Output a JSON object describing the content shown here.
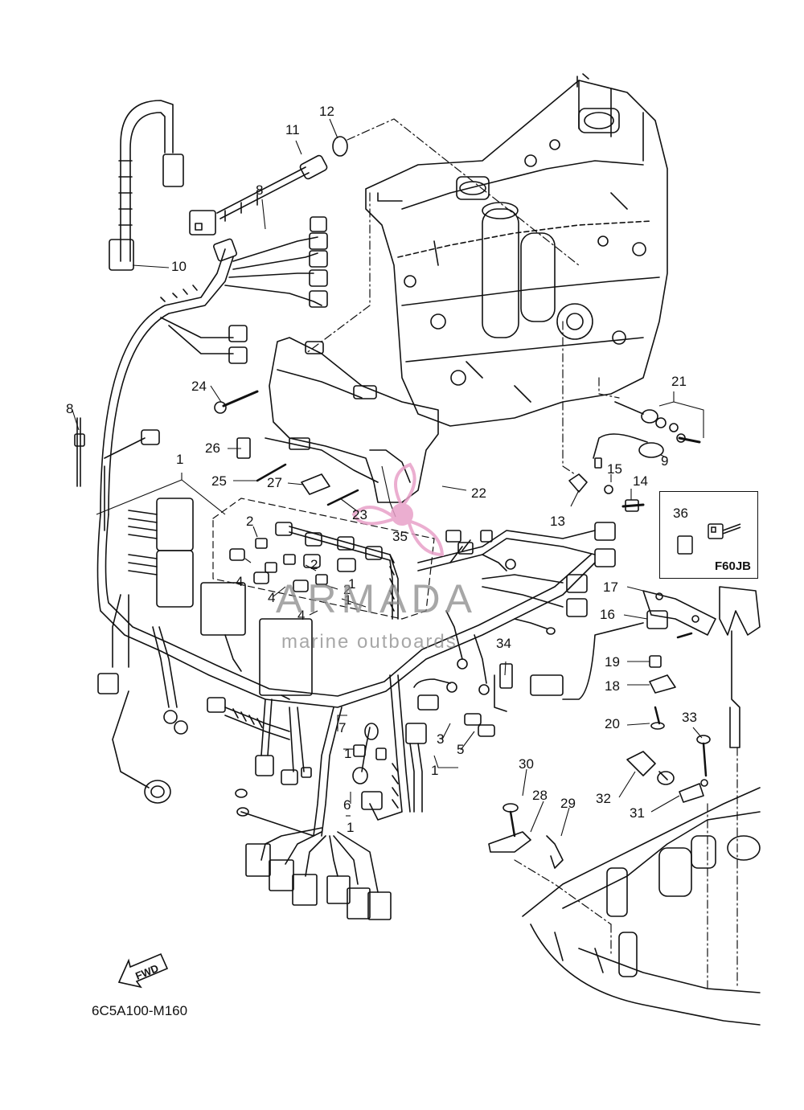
{
  "diagram_code": "6C5A100-M160",
  "direction_label": "FWD",
  "inset": {
    "part": "36",
    "code": "F60JB"
  },
  "watermark": {
    "brand": "ARMADA",
    "tagline": "marine outboards",
    "color": "#e8a0c8"
  },
  "parts": [
    {
      "id": "p1a",
      "text": "1"
    },
    {
      "id": "p1b",
      "text": "1"
    },
    {
      "id": "p1c",
      "text": "1"
    },
    {
      "id": "p1d",
      "text": "1"
    },
    {
      "id": "p1e",
      "text": "1"
    },
    {
      "id": "p1f",
      "text": "1"
    },
    {
      "id": "p2a",
      "text": "2"
    },
    {
      "id": "p2b",
      "text": "2"
    },
    {
      "id": "p2c",
      "text": "2"
    },
    {
      "id": "p3",
      "text": "3"
    },
    {
      "id": "p4a",
      "text": "4"
    },
    {
      "id": "p4b",
      "text": "4"
    },
    {
      "id": "p4c",
      "text": "4"
    },
    {
      "id": "p5",
      "text": "5"
    },
    {
      "id": "p6",
      "text": "6"
    },
    {
      "id": "p7",
      "text": "7"
    },
    {
      "id": "p8a",
      "text": "8"
    },
    {
      "id": "p8b",
      "text": "8"
    },
    {
      "id": "p9",
      "text": "9"
    },
    {
      "id": "p10",
      "text": "10"
    },
    {
      "id": "p11",
      "text": "11"
    },
    {
      "id": "p12",
      "text": "12"
    },
    {
      "id": "p13",
      "text": "13"
    },
    {
      "id": "p14",
      "text": "14"
    },
    {
      "id": "p15",
      "text": "15"
    },
    {
      "id": "p16",
      "text": "16"
    },
    {
      "id": "p17",
      "text": "17"
    },
    {
      "id": "p18",
      "text": "18"
    },
    {
      "id": "p19",
      "text": "19"
    },
    {
      "id": "p20",
      "text": "20"
    },
    {
      "id": "p21",
      "text": "21"
    },
    {
      "id": "p22",
      "text": "22"
    },
    {
      "id": "p23",
      "text": "23"
    },
    {
      "id": "p24",
      "text": "24"
    },
    {
      "id": "p25",
      "text": "25"
    },
    {
      "id": "p26",
      "text": "26"
    },
    {
      "id": "p27",
      "text": "27"
    },
    {
      "id": "p28",
      "text": "28"
    },
    {
      "id": "p29",
      "text": "29"
    },
    {
      "id": "p30",
      "text": "30"
    },
    {
      "id": "p31",
      "text": "31"
    },
    {
      "id": "p32",
      "text": "32"
    },
    {
      "id": "p33",
      "text": "33"
    },
    {
      "id": "p34",
      "text": "34"
    },
    {
      "id": "p35",
      "text": "35"
    }
  ]
}
